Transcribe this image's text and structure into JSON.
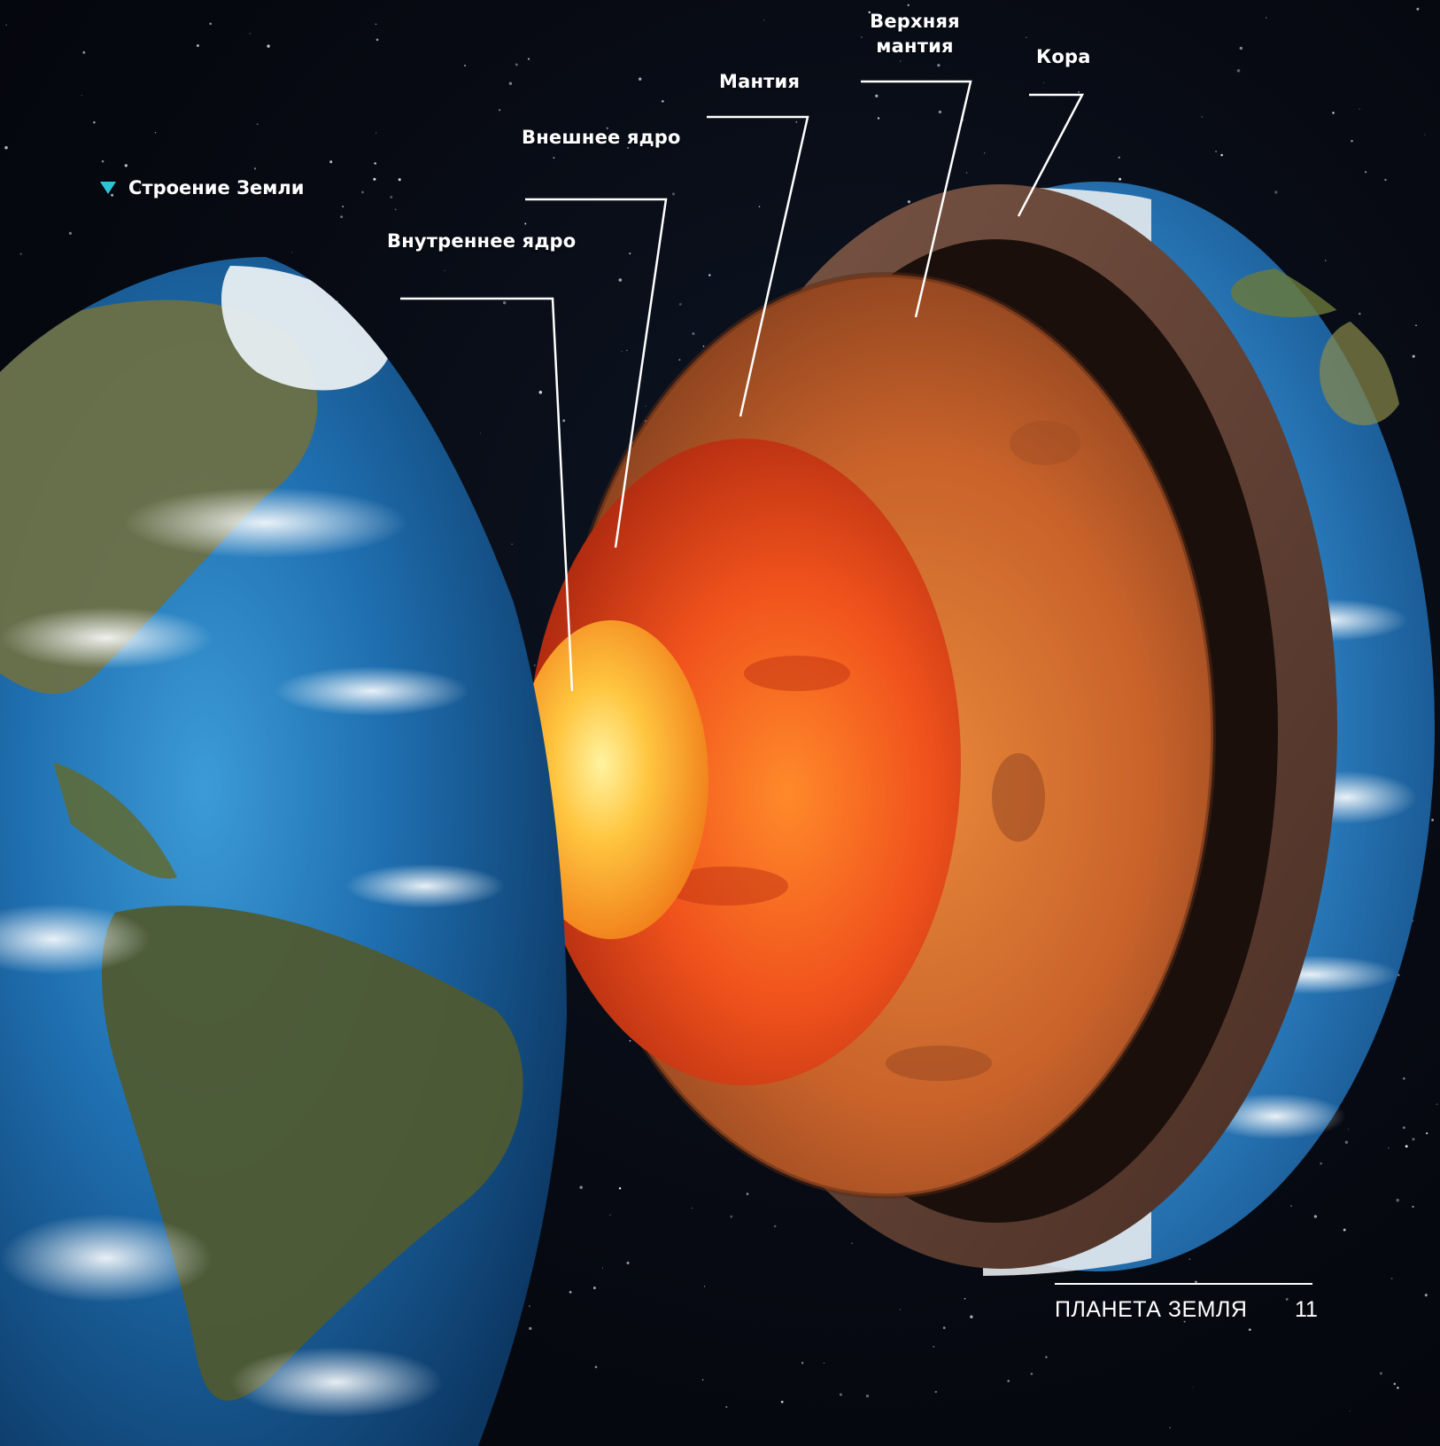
{
  "figure": {
    "caption": "Строение Земли",
    "caption_marker_color": "#2ec4d6",
    "layers": [
      {
        "id": "inner_core",
        "label": "Внутреннее ядро"
      },
      {
        "id": "outer_core",
        "label": "Внешнее ядро"
      },
      {
        "id": "mantle",
        "label": "Мантия"
      },
      {
        "id": "upper_mantle",
        "label_line1": "Верхняя",
        "label_line2": "мантия"
      },
      {
        "id": "crust",
        "label": "Кора"
      }
    ]
  },
  "footer": {
    "title": "ПЛАНЕТА ЗЕМЛЯ",
    "page_number": "11"
  }
}
